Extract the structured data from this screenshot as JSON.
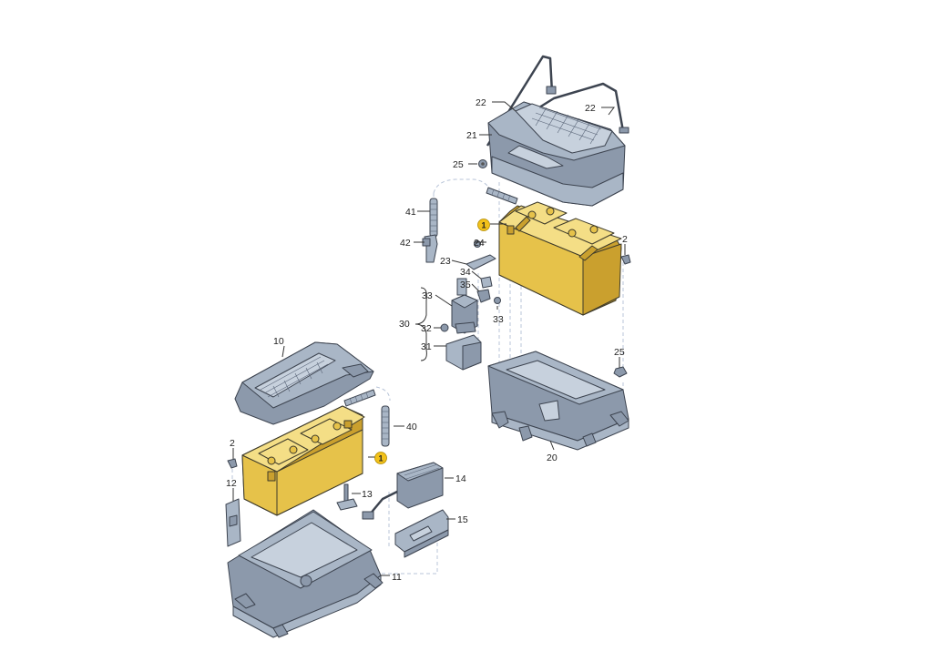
{
  "labels": {
    "l1_top": "1",
    "l1_bottom": "1",
    "l2_right": "2",
    "l2_left": "2",
    "l10": "10",
    "l11": "11",
    "l12": "12",
    "l13": "13",
    "l14": "14",
    "l15": "15",
    "l20": "20",
    "l21": "21",
    "l22_left": "22",
    "l22_right": "22",
    "l23": "23",
    "l24": "24",
    "l25_top": "25",
    "l25_right": "25",
    "l30": "30",
    "l31": "31",
    "l32": "32",
    "l33_top": "33",
    "l33_right": "33",
    "l34": "34",
    "l35": "35",
    "l40": "40",
    "l41": "41",
    "l42": "42"
  },
  "colors": {
    "battery_yellow": "#e6c24a",
    "part_grey": "#a9b6c6",
    "badge_yellow": "#f2c11a",
    "dash_line": "#b8c4d8"
  }
}
